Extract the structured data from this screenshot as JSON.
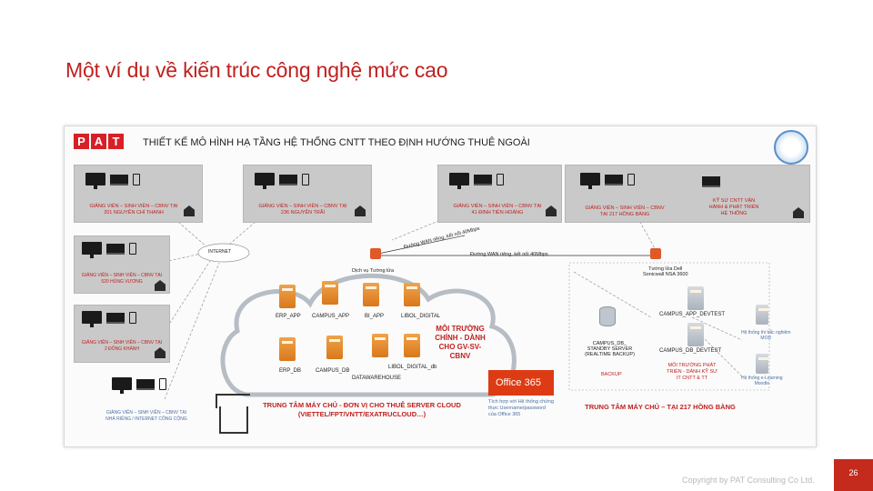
{
  "slide": {
    "title": "Một ví dụ về kiến trúc công nghệ mức cao",
    "footer": "Copyright by PAT Consulting Co Ltd.",
    "page_number": "26"
  },
  "diagram": {
    "logo_letters": [
      "P",
      "A",
      "T"
    ],
    "title": "THIẾT KẾ MÔ HÌNH HẠ TẦNG HỆ THỐNG CNTT THEO ĐỊNH HƯỚNG THUÊ NGOÀI",
    "sites": [
      {
        "label": "GIẢNG VIÊN – SINH VIÊN – CBNV TẠI\n201 NGUYỄN CHÍ THANH"
      },
      {
        "label": "GIẢNG VIÊN – SINH VIÊN – CBNV TẠI\n236 NGUYỄN TRÃI"
      },
      {
        "label": "GIẢNG VIÊN – SINH VIÊN – CBNV TẠI\n41 ĐINH TIÊN HOÀNG"
      },
      {
        "label": "GIẢNG VIÊN – SINH VIÊN – CBNV\nTẠI 217 HỒNG BÀNG"
      },
      {
        "label": "GIẢNG VIÊN – SINH VIÊN – CBNV TẠI\n520 HÙNG VƯƠNG"
      },
      {
        "label": "GIẢNG VIÊN – SINH VIÊN – CBNV TẠI\n2 ĐỒNG KHÁNH"
      },
      {
        "label": "GIẢNG VIÊN – SINH VIÊN – CBNV TẠI\nNHÀ RIÊNG / INTERNET CÔNG CỘNG"
      }
    ],
    "staff_label": "KỸ SƯ CNTT VẬN\nHÀNH & PHÁT TRIỂN\nHỆ THỐNG",
    "internet_label": "INTERNET",
    "wan_label_1": "Đường WAN riêng, kết nối 40Mbps",
    "wan_label_2": "Đường WAN riêng, kết nối 40Mbps",
    "firewall_label": "Dịch vụ Tường lửa",
    "cloud_servers": [
      "ERP_APP",
      "CAMPUS_APP",
      "BI_APP",
      "LIBOL_DIGITAL",
      "ERP_DB",
      "CAMPUS_DB",
      "DATAWAREHOUSE",
      "LIBOL_DIGITAL_db"
    ],
    "cloud_env": "MÔI TRƯỜNG\nCHÍNH - DÀNH\nCHO GV-SV-\nCBNV",
    "cloud_caption": "TRUNG TÂM MÁY CHỦ - ĐƠN VỊ CHO THUÊ SERVER CLOUD\n(VIETTEL/FPT/VNTT/EXATRUCLOUD…)",
    "office_label": "Office 365",
    "office_note": "Tích hợp với Hệ thống chứng\nthực Username/password\ncủa Office 365",
    "right_firewall": "Tường lửa Dell\nSonicwall NSA 3600",
    "campus_app_devtest": "CAMPUS_APP_DEVTEST",
    "campus_db_standby": "CAMPUS_DB_\nSTANDBY SERVER\n(REALTIME BACKUP)",
    "campus_db_devtest": "CAMPUS_DB_DEVTEST",
    "backup": "BACKUP",
    "dev_env": "MÔI TRƯỜNG PHÁT\nTRIỂN - DÀNH KỸ SƯ\nIT CNTT & TT",
    "exam_system": "Hệ thống thi trắc nghiệm\nMOD",
    "elearning": "Hệ thống e-Learning\nMoodle",
    "right_caption": "TRUNG TÂM MÁY CHỦ – TẠI 217 HỒNG BÀNG"
  },
  "colors": {
    "accent_red": "#c0201f",
    "office_orange": "#dc3b14",
    "panel_gray": "#c9c9c9",
    "page_red": "#c42b1c"
  }
}
